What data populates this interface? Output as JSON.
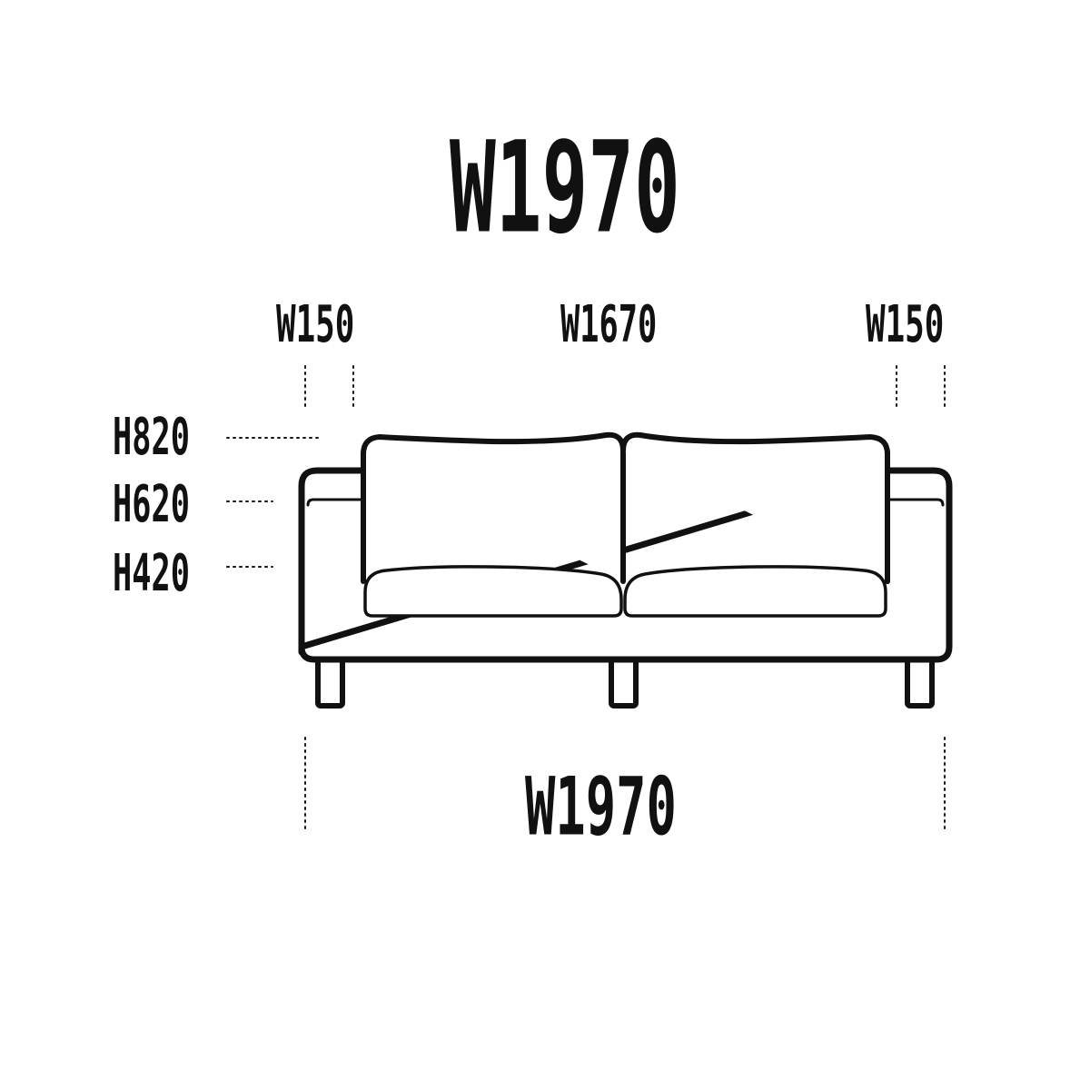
{
  "labels": {
    "overall_width_top": "W1970",
    "left_arm_width": "W150",
    "seat_width": "W1670",
    "right_arm_width": "W150",
    "back_height": "H820",
    "arm_height": "H620",
    "seat_height": "H420",
    "overall_width_bottom": "W1970"
  },
  "colors": {
    "line": "#111111",
    "background": "#ffffff"
  }
}
